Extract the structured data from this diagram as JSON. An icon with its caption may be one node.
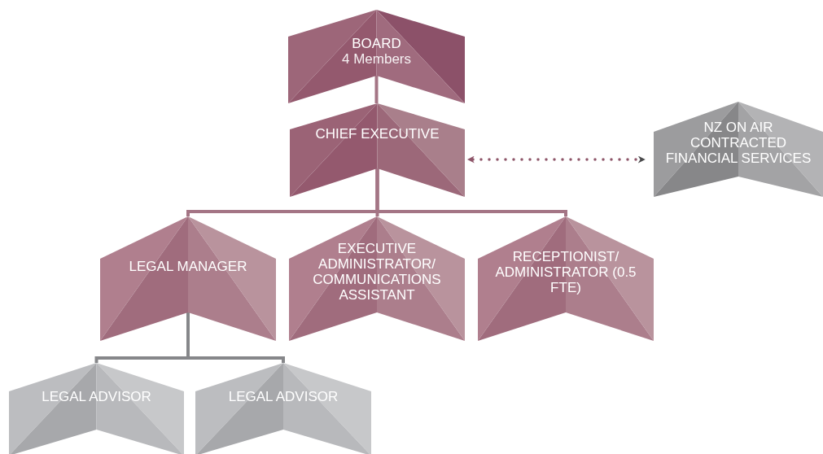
{
  "diagram": {
    "nodes": [
      {
        "text": [
          "BOARD",
          "4 Members"
        ]
      },
      {
        "text": [
          "CHIEF EXECUTIVE"
        ]
      },
      {
        "text": [
          "NZ ON AIR CONTRACTED FINANCIAL SERVICES"
        ]
      },
      {
        "text": [
          "LEGAL MANAGER"
        ]
      },
      {
        "text": [
          "EXECUTIVE ADMINISTRATOR/ COMMUNICATIONS ASSISTANT"
        ]
      },
      {
        "text": [
          "RECEPTIONIST/ ADMINISTRATOR (0.5 FTE)"
        ]
      },
      {
        "text": [
          "LEGAL ADVISOR"
        ]
      },
      {
        "text": [
          "LEGAL ADVISOR"
        ]
      }
    ],
    "edges": [
      {
        "from": 0,
        "to": 1,
        "arrow": "none"
      },
      {
        "from": 1,
        "to": 3,
        "arrow": "none"
      },
      {
        "from": 1,
        "to": 4,
        "arrow": "none"
      },
      {
        "from": 1,
        "to": 5,
        "arrow": "none"
      },
      {
        "from": 1,
        "to": 2,
        "arrow": "both",
        "style": "dashed",
        "color": "#8e5569"
      },
      {
        "from": 3,
        "to": 6,
        "arrow": "none",
        "color": "#86878a"
      },
      {
        "from": 3,
        "to": 7,
        "arrow": "none",
        "color": "#86878a"
      }
    ]
  }
}
